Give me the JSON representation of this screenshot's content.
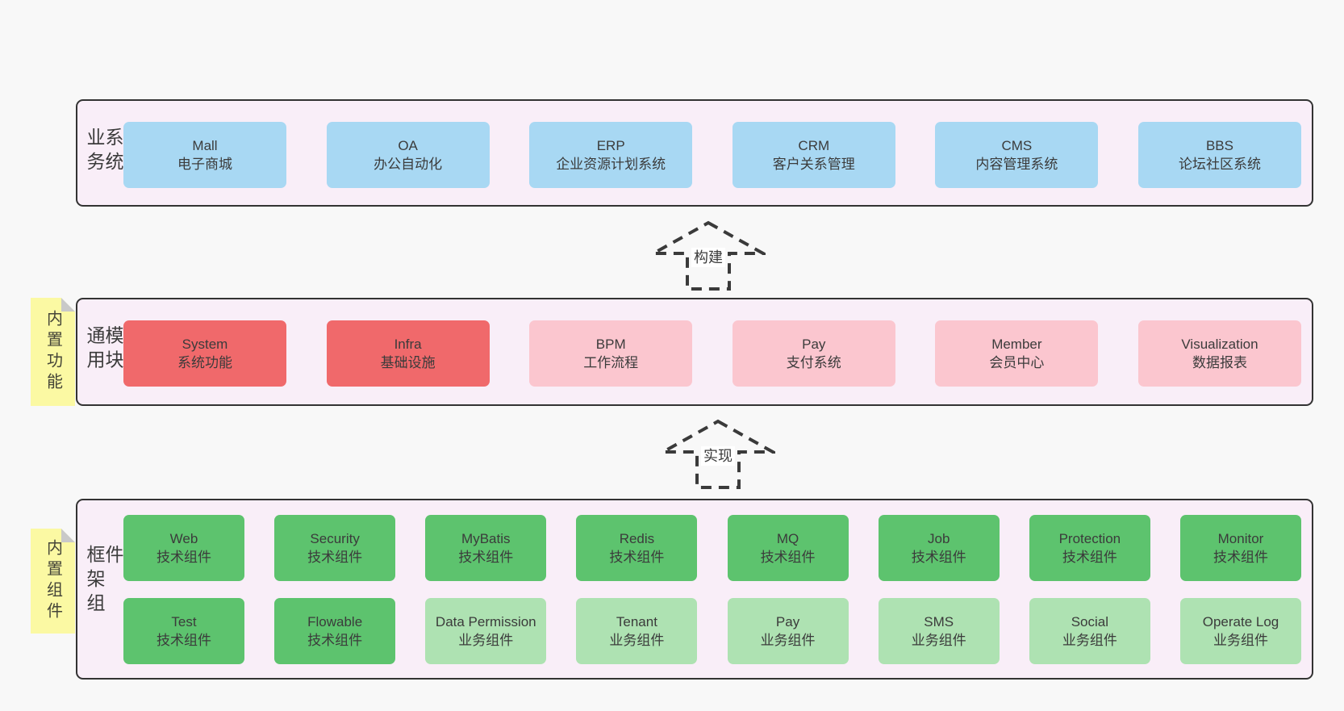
{
  "theme": {
    "colors": {
      "page-bg": "#f8f8f8",
      "band-bg": "#f9eef8",
      "band-border": "#333333",
      "blue": "#a8d8f3",
      "red": "#f0696b",
      "pink": "#fbc6cf",
      "green": "#5dc36e",
      "green-light": "#aee2b2",
      "sticky-yellow": "#fbf9a3",
      "sticky-fold": "#c9c9c9",
      "text": "#3b3b3b",
      "arrow": "#3a3a3a"
    }
  },
  "arrows": [
    {
      "id": "arrow-build",
      "label": "构建"
    },
    {
      "id": "arrow-implement",
      "label": "实现"
    }
  ],
  "bands": {
    "business": {
      "label": "业务系统",
      "boxes": [
        {
          "id": "box-mall",
          "name": "Mall",
          "subtitle": "电子商城",
          "variant": "blue"
        },
        {
          "id": "box-oa",
          "name": "OA",
          "subtitle": "办公自动化",
          "variant": "blue"
        },
        {
          "id": "box-erp",
          "name": "ERP",
          "subtitle": "企业资源计划系统",
          "variant": "blue"
        },
        {
          "id": "box-crm",
          "name": "CRM",
          "subtitle": "客户关系管理",
          "variant": "blue"
        },
        {
          "id": "box-cms",
          "name": "CMS",
          "subtitle": "内容管理系统",
          "variant": "blue"
        },
        {
          "id": "box-bbs",
          "name": "BBS",
          "subtitle": "论坛社区系统",
          "variant": "blue"
        }
      ]
    },
    "modules": {
      "label": "通用模块",
      "sticky": "内置功能",
      "boxes": [
        {
          "id": "box-system",
          "name": "System",
          "subtitle": "系统功能",
          "variant": "red"
        },
        {
          "id": "box-infra",
          "name": "Infra",
          "subtitle": "基础设施",
          "variant": "red"
        },
        {
          "id": "box-bpm",
          "name": "BPM",
          "subtitle": "工作流程",
          "variant": "pink"
        },
        {
          "id": "box-pay-module",
          "name": "Pay",
          "subtitle": "支付系统",
          "variant": "pink"
        },
        {
          "id": "box-member",
          "name": "Member",
          "subtitle": "会员中心",
          "variant": "pink"
        },
        {
          "id": "box-visualization",
          "name": "Visualization",
          "subtitle": "数据报表",
          "variant": "pink"
        }
      ]
    },
    "components": {
      "label": "框架组件",
      "sticky": "内置组件",
      "row1": [
        {
          "id": "box-web",
          "name": "Web",
          "subtitle": "技术组件",
          "variant": "green"
        },
        {
          "id": "box-security",
          "name": "Security",
          "subtitle": "技术组件",
          "variant": "green"
        },
        {
          "id": "box-mybatis",
          "name": "MyBatis",
          "subtitle": "技术组件",
          "variant": "green"
        },
        {
          "id": "box-redis",
          "name": "Redis",
          "subtitle": "技术组件",
          "variant": "green"
        },
        {
          "id": "box-mq",
          "name": "MQ",
          "subtitle": "技术组件",
          "variant": "green"
        },
        {
          "id": "box-job",
          "name": "Job",
          "subtitle": "技术组件",
          "variant": "green"
        },
        {
          "id": "box-protection",
          "name": "Protection",
          "subtitle": "技术组件",
          "variant": "green"
        },
        {
          "id": "box-monitor",
          "name": "Monitor",
          "subtitle": "技术组件",
          "variant": "green"
        }
      ],
      "row2": [
        {
          "id": "box-test",
          "name": "Test",
          "subtitle": "技术组件",
          "variant": "green"
        },
        {
          "id": "box-flowable",
          "name": "Flowable",
          "subtitle": "技术组件",
          "variant": "green"
        },
        {
          "id": "box-data-permission",
          "name": "Data Permission",
          "subtitle": "业务组件",
          "variant": "green-light"
        },
        {
          "id": "box-tenant",
          "name": "Tenant",
          "subtitle": "业务组件",
          "variant": "green-light"
        },
        {
          "id": "box-pay-component",
          "name": "Pay",
          "subtitle": "业务组件",
          "variant": "green-light"
        },
        {
          "id": "box-sms",
          "name": "SMS",
          "subtitle": "业务组件",
          "variant": "green-light"
        },
        {
          "id": "box-social",
          "name": "Social",
          "subtitle": "业务组件",
          "variant": "green-light"
        },
        {
          "id": "box-operate-log",
          "name": "Operate Log",
          "subtitle": "业务组件",
          "variant": "green-light"
        }
      ]
    }
  }
}
